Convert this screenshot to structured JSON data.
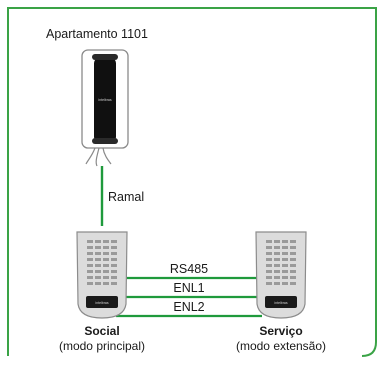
{
  "apartment_label": "Apartamento 1101",
  "connections": {
    "ramal": "Ramal",
    "bus1": "RS485",
    "bus2": "ENL1",
    "bus3": "ENL2"
  },
  "devices": {
    "social": {
      "title": "Social",
      "subtitle": "(modo principal)"
    },
    "servico": {
      "title": "Serviço",
      "subtitle": "(modo extensão)"
    }
  },
  "brand": "intelbras",
  "colors": {
    "border": "#3aa346",
    "wire": "#1f9a3c",
    "device_body": "#d9d9d9",
    "device_outline": "#8c8c8c"
  }
}
